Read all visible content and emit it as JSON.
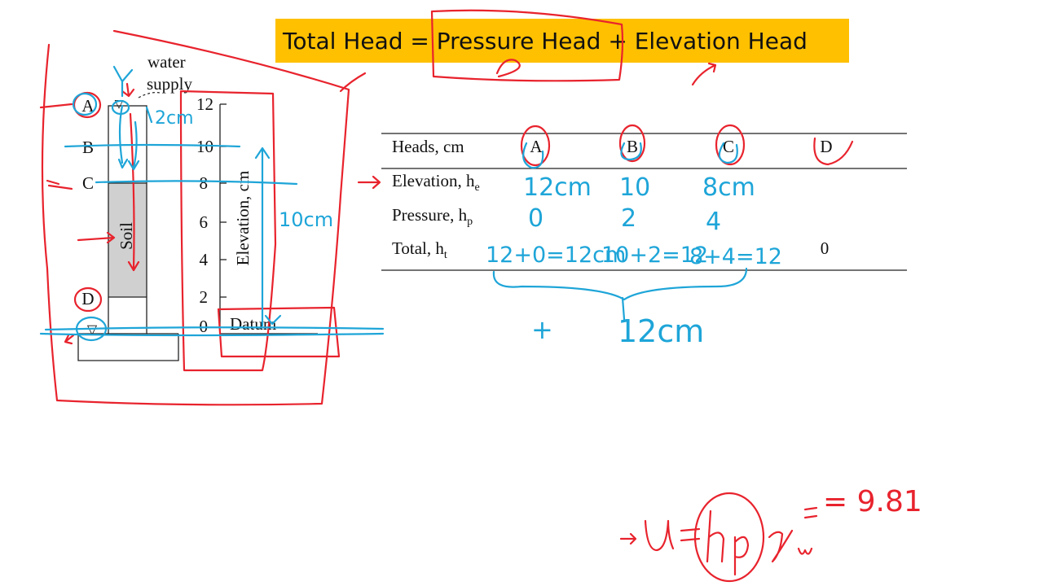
{
  "header": {
    "title": "Total Head = Pressure Head + Elevation Head"
  },
  "diagram": {
    "water_supply_line1": "water",
    "water_supply_line2": "supply",
    "water_symbol": "▽",
    "point_labels": [
      "A",
      "B",
      "C",
      "D"
    ],
    "elevation_ticks": [
      "12",
      "10",
      "8",
      "6",
      "4",
      "2",
      "0"
    ],
    "axis_label": "Elevation, cm",
    "soil_label": "Soil",
    "datum_label": "Datum"
  },
  "table": {
    "header_label": "Heads, cm",
    "columns": [
      "A",
      "B",
      "C",
      "D"
    ],
    "rows": [
      {
        "label": "Elevation, h",
        "sub": "e",
        "values": [
          "",
          "",
          "",
          ""
        ]
      },
      {
        "label": "Pressure, h",
        "sub": "p",
        "values": [
          "",
          "",
          "",
          ""
        ]
      },
      {
        "label": "Total, h",
        "sub": "t",
        "values": [
          "",
          "",
          "",
          "0"
        ]
      }
    ]
  },
  "annotations": {
    "depth_note": "2cm",
    "height_note": "10cm",
    "elevations": [
      "12cm",
      "10",
      "8cm"
    ],
    "pressures": [
      "0",
      "2",
      "4"
    ],
    "totals": [
      "12+0=12cm",
      "10+2=12",
      "8+4=12"
    ],
    "total_result": "12cm",
    "plus_sign": "+",
    "formula_u": "→u =",
    "formula_hp": "hp",
    "formula_gamma": "γ",
    "formula_gamma_sub": "w",
    "formula_value": "= 9.81"
  },
  "colors": {
    "banner": "#ffc000",
    "ink_red": "#e8232d",
    "ink_blue": "#1ea5d8",
    "soil": "#d0d0d0",
    "text": "#111111"
  },
  "icons": {
    "water_level": "water-level-triangle-icon"
  }
}
